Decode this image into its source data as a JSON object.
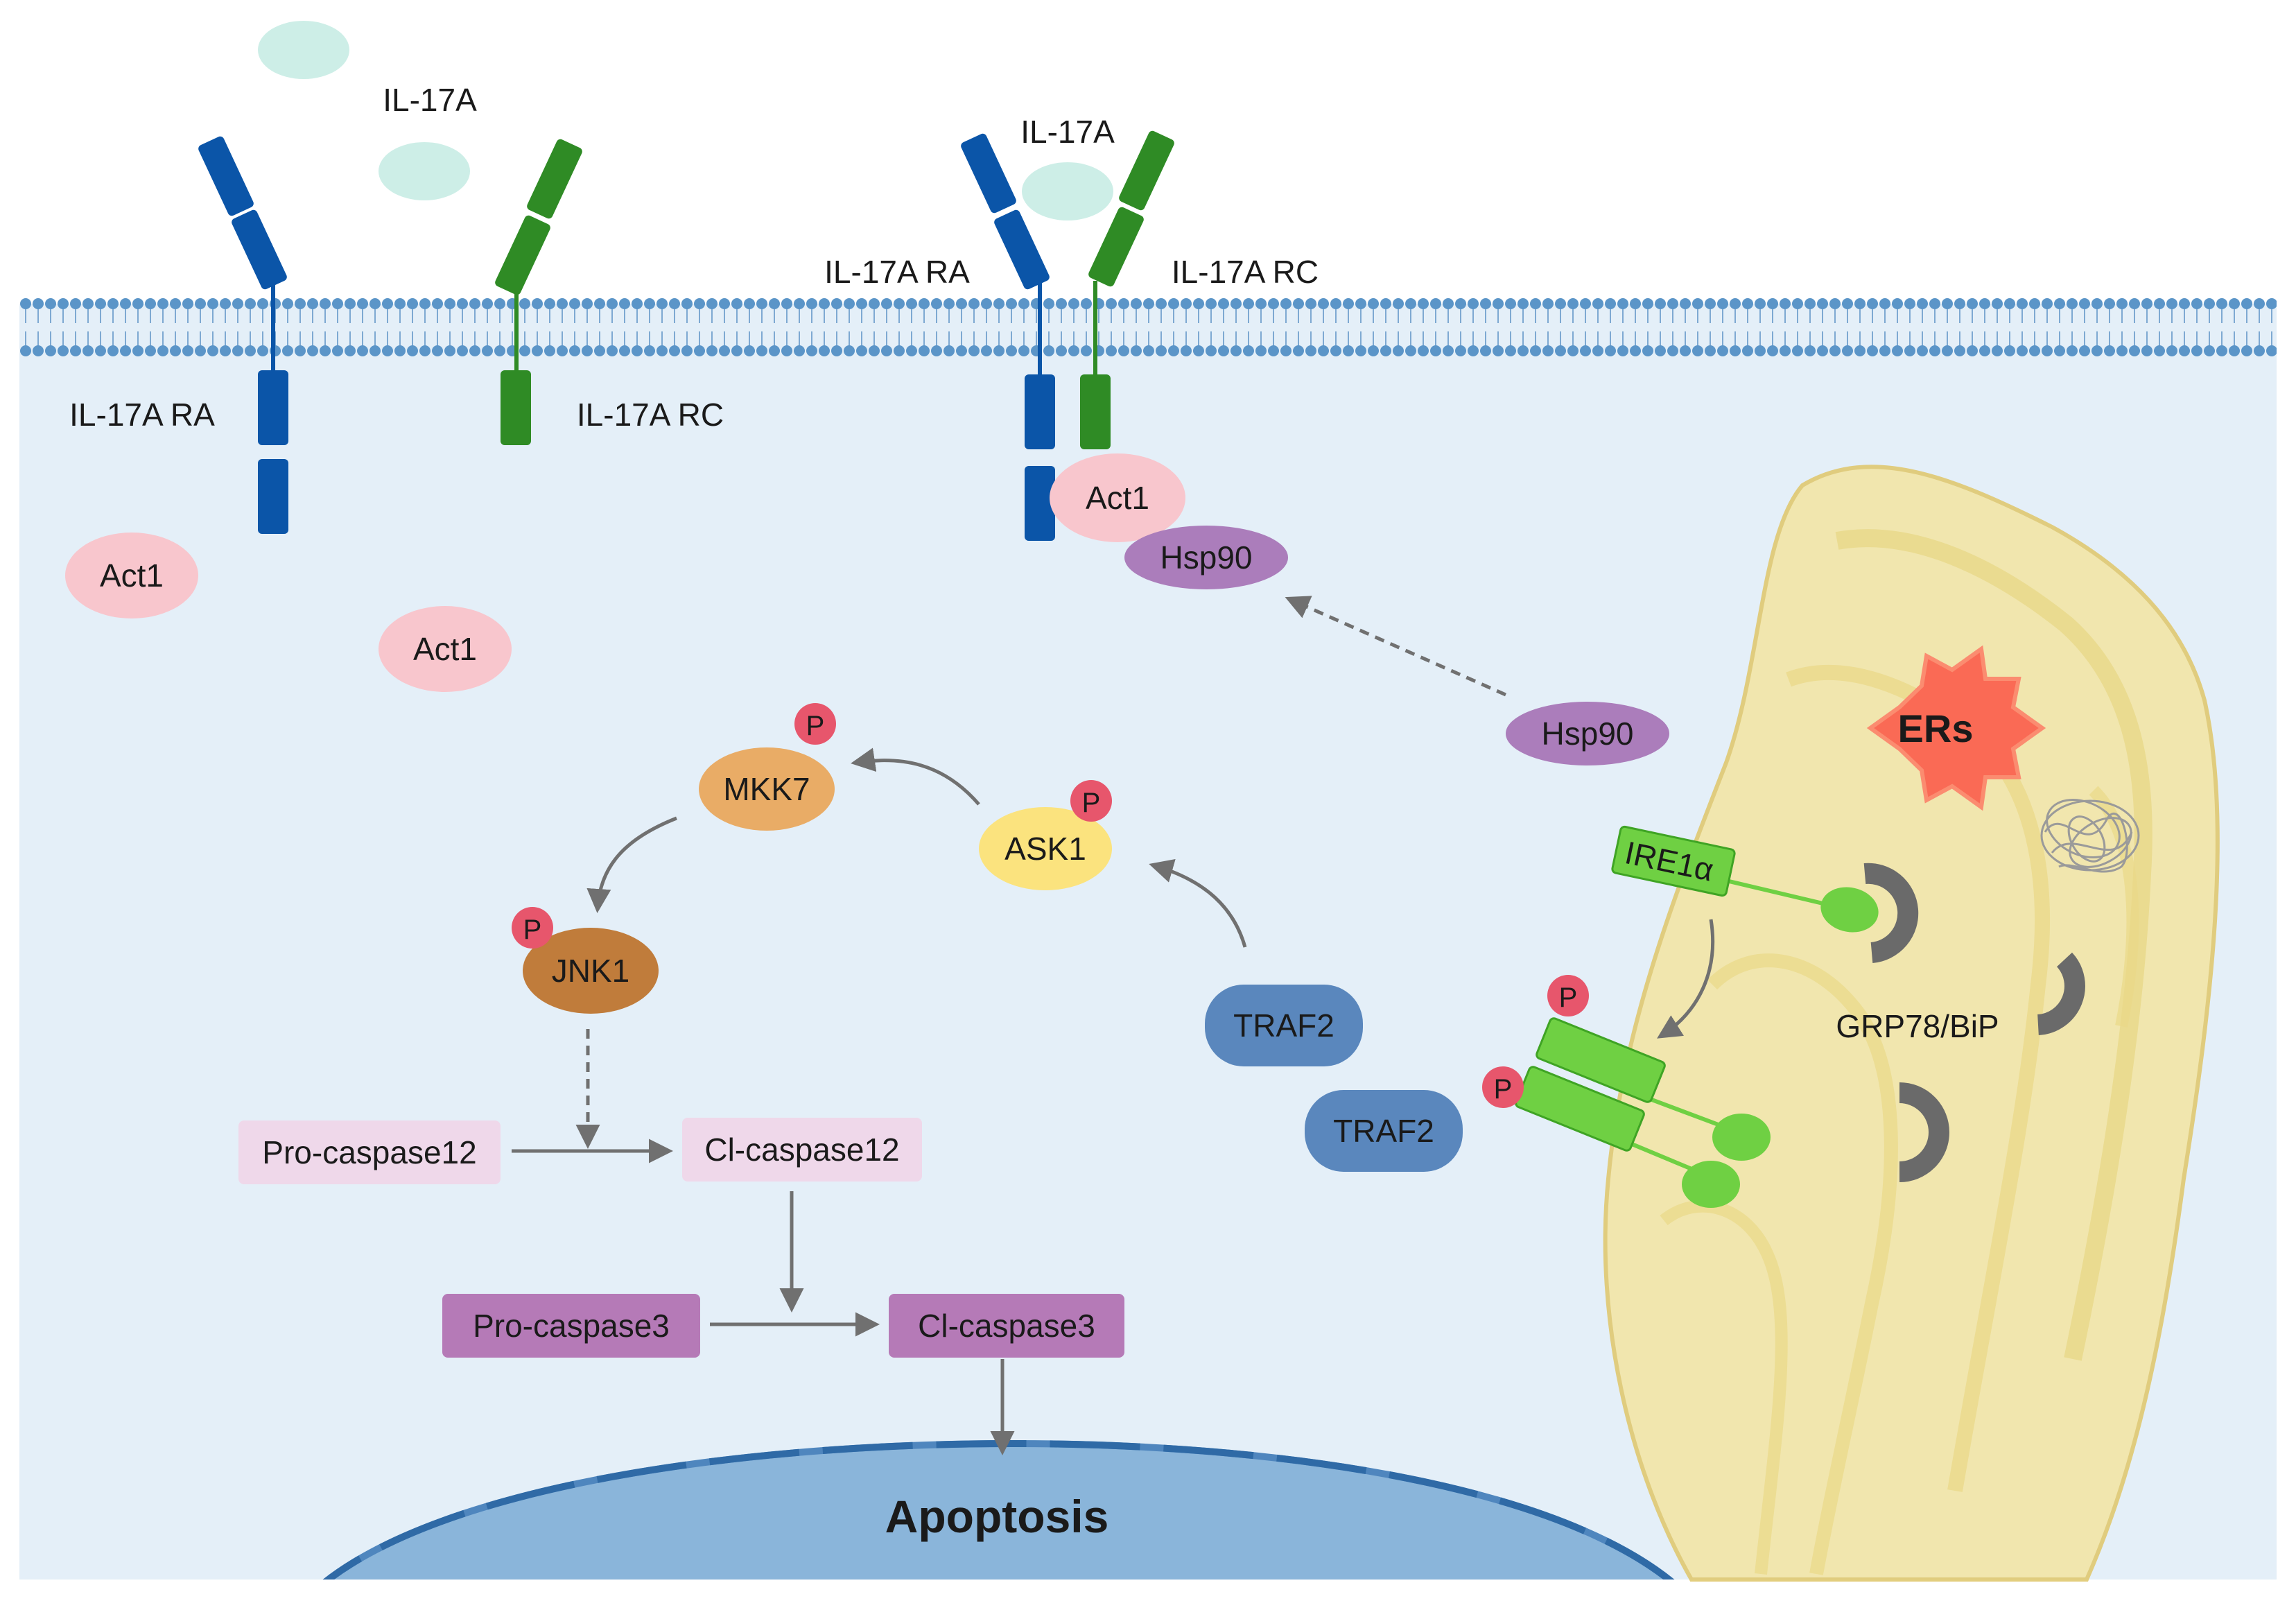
{
  "ligands": {
    "il17a_left": "IL-17A",
    "il17a_right": "IL-17A"
  },
  "receptors": {
    "left_ra": "IL-17A RA",
    "left_rc": "IL-17A RC",
    "right_ra": "IL-17A RA",
    "right_rc": "IL-17A RC"
  },
  "adaptors": {
    "act1_a": "Act1",
    "act1_b": "Act1",
    "act1_bound": "Act1",
    "hsp90_bound": "Hsp90",
    "hsp90_free": "Hsp90"
  },
  "kinases": {
    "mkk7": "MKK7",
    "ask1": "ASK1",
    "jnk1": "JNK1",
    "phospho": "P"
  },
  "traf": {
    "traf2_a": "TRAF2",
    "traf2_b": "TRAF2"
  },
  "caspases": {
    "pro12": "Pro-caspase12",
    "cl12": "Cl-caspase12",
    "pro3": "Pro-caspase3",
    "cl3": "Cl-caspase3"
  },
  "er": {
    "stress": "ERs",
    "ire1a": "IRE1α",
    "grp78": "GRP78/BiP"
  },
  "outcome": {
    "apoptosis": "Apoptosis"
  },
  "colors": {
    "cytoplasm": "#e4eff8",
    "membrane": "#5b95c8",
    "ra_blue": "#0b55a8",
    "rc_green": "#2f8b25",
    "ligand": "#cdeee7",
    "act1": "#f8c6cd",
    "hsp90": "#ab7dbb",
    "mkk7": "#e9ac66",
    "ask1": "#fbe37e",
    "jnk1": "#c07c3b",
    "traf2": "#5a87bd",
    "phospho": "#e7566c",
    "casp12": "#efd8ea",
    "casp3": "#b57ab7",
    "er_body": "#f3e6a6",
    "ire1": "#6fd043",
    "grp78": "#6a6a6a",
    "ers_burst": "#fa6a55",
    "nucleus": "#8ab5da"
  }
}
